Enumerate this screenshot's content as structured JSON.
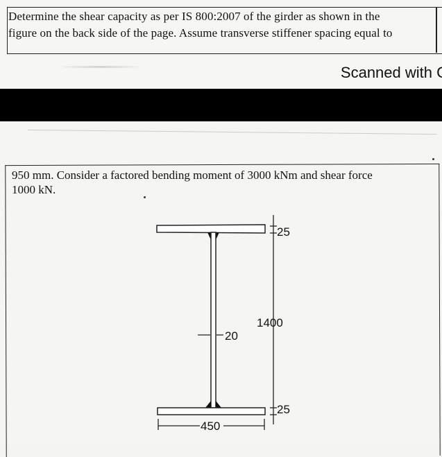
{
  "top_fragment": {
    "lines": [
      "Determine the shear capacity as per IS 800:2007 of the girder as shown in the",
      "figure on the back side of the page. Assume transverse stiffener spacing equal to"
    ],
    "watermark": "Scanned with C"
  },
  "bottom_fragment": {
    "lines": [
      "950 mm. Consider a factored bending moment of 3000 kNm and shear force",
      "1000 kN."
    ]
  },
  "figure": {
    "type": "plate-girder-cross-section",
    "dimensions": {
      "top_flange_thickness": "25",
      "web_depth": "1400",
      "web_thickness": "20",
      "bottom_flange_thickness": "25",
      "flange_width": "450"
    }
  }
}
